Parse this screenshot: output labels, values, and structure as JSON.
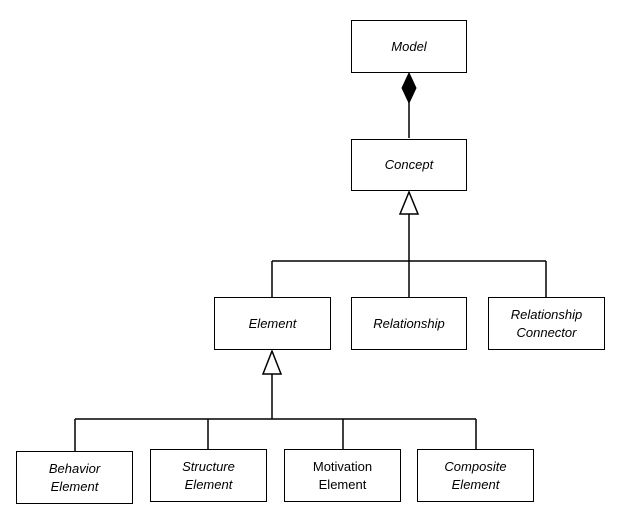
{
  "diagram": {
    "nodes": {
      "model": {
        "label": "Model",
        "italic": true
      },
      "concept": {
        "label": "Concept",
        "italic": true
      },
      "element": {
        "label": "Element",
        "italic": true
      },
      "relationship": {
        "label": "Relationship",
        "italic": true
      },
      "relationship_connector": {
        "label": "Relationship Connector",
        "lines": [
          "Relationship",
          "Connector"
        ],
        "italic": true
      },
      "behavior_element": {
        "label": "Behavior Element",
        "lines": [
          "Behavior",
          "Element"
        ],
        "italic": true
      },
      "structure_element": {
        "label": "Structure Element",
        "lines": [
          "Structure",
          "Element"
        ],
        "italic": true
      },
      "motivation_element": {
        "label": "Motivation Element",
        "lines": [
          "Motivation",
          "Element"
        ],
        "italic": false
      },
      "composite_element": {
        "label": "Composite Element",
        "lines": [
          "Composite",
          "Element"
        ],
        "italic": true
      }
    },
    "relations": [
      {
        "type": "composition",
        "from": "concept",
        "to": "model"
      },
      {
        "type": "generalization",
        "from": "element",
        "to": "concept"
      },
      {
        "type": "generalization",
        "from": "relationship",
        "to": "concept"
      },
      {
        "type": "generalization",
        "from": "relationship_connector",
        "to": "concept"
      },
      {
        "type": "generalization",
        "from": "behavior_element",
        "to": "element"
      },
      {
        "type": "generalization",
        "from": "structure_element",
        "to": "element"
      },
      {
        "type": "generalization",
        "from": "motivation_element",
        "to": "element"
      },
      {
        "type": "generalization",
        "from": "composite_element",
        "to": "element"
      }
    ]
  }
}
